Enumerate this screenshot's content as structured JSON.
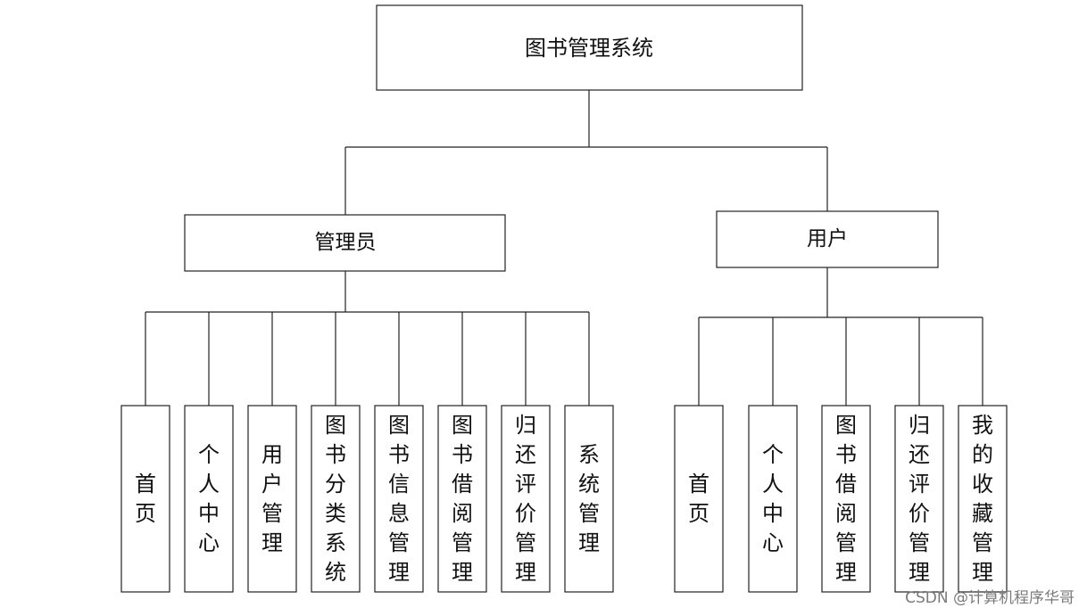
{
  "diagram": {
    "root": "图书管理系统",
    "branches": [
      {
        "label": "管理员",
        "modules": [
          "首页",
          "个人中心",
          "用户管理",
          "图书分类系统",
          "图书信息管理",
          "图书借阅管理",
          "归还评价管理",
          "系统管理"
        ]
      },
      {
        "label": "用户",
        "modules": [
          "首页",
          "个人中心",
          "图书借阅管理",
          "归还评价管理",
          "我的收藏管理"
        ]
      }
    ]
  },
  "watermark": "CSDN @计算机程序华哥"
}
